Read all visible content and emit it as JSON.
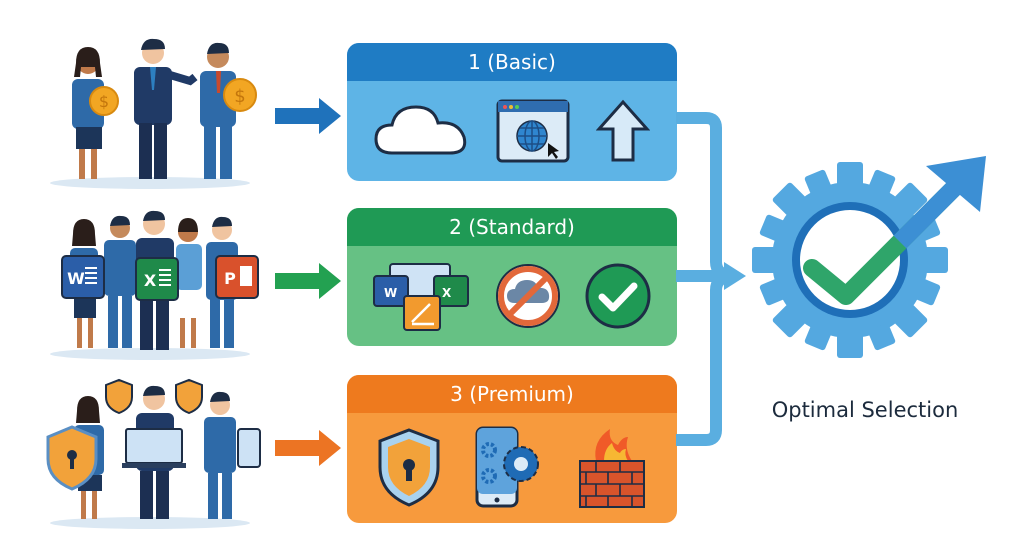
{
  "tiers": [
    {
      "label": "1 (Basic)",
      "header_color": "#1f7cc4",
      "body_color": "#5eb4e6",
      "arrow_color": "#1f72bb",
      "icons": [
        "cloud-icon",
        "browser-globe-icon",
        "upload-arrow-icon"
      ],
      "group": "people-with-coins"
    },
    {
      "label": "2 (Standard)",
      "header_color": "#1f9a55",
      "body_color": "#66c184",
      "arrow_color": "#23a151",
      "icons": [
        "office-apps-icon",
        "no-cloud-icon",
        "checkmark-circle-icon"
      ],
      "group": "people-with-office-apps"
    },
    {
      "label": "3 (Premium)",
      "header_color": "#ee7a1e",
      "body_color": "#f79a3d",
      "arrow_color": "#ec7423",
      "icons": [
        "security-shield-icon",
        "mobile-settings-icon",
        "firewall-icon"
      ],
      "group": "people-with-security"
    }
  ],
  "office_apps": {
    "word": "W",
    "excel": "X",
    "powerpoint": "P"
  },
  "result": {
    "label": "Optimal Selection",
    "icon": "gear-check-growth-icon",
    "connector_color": "#5aaee0"
  }
}
